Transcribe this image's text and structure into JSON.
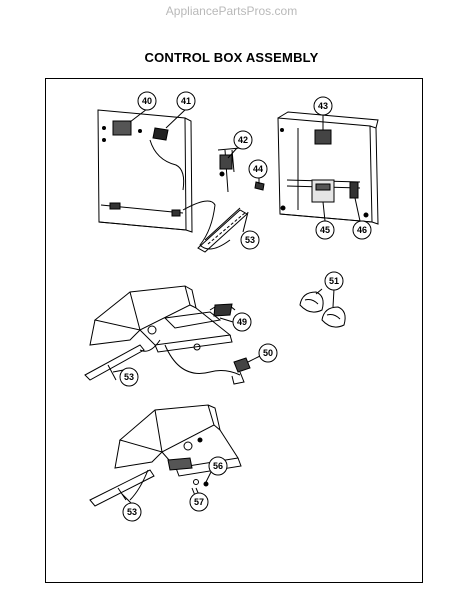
{
  "watermark": "AppliancePartsPros.com",
  "title": "CONTROL BOX ASSEMBLY",
  "callouts": [
    "40",
    "41",
    "42",
    "43",
    "44",
    "45",
    "46",
    "53",
    "51",
    "49",
    "50",
    "53",
    "56",
    "57",
    "53"
  ]
}
